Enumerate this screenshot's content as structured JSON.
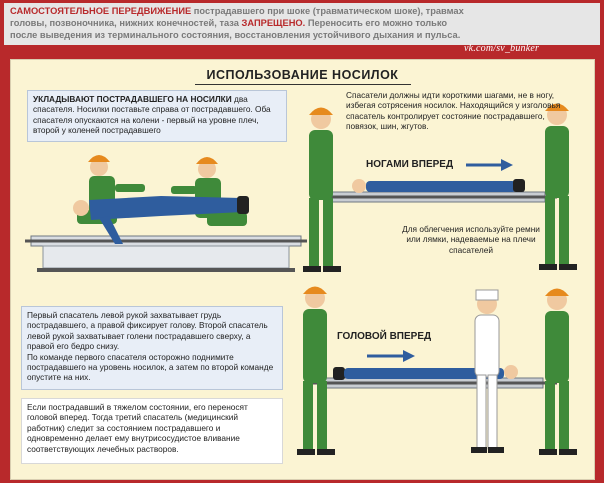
{
  "header": {
    "line1_hl": "САМОСТОЯТЕЛЬНОЕ ПЕРЕДВИЖЕНИЕ",
    "line1_rest": " пострадавшего при шоке (травматическом шоке), травмах",
    "line2_rest": "головы, позвоночника, нижних конечностей, таза ",
    "line2_hl": "ЗАПРЕЩЕНО.",
    "line2_tail": " Переносить его можно только",
    "line3": "после выведения из терминального состояния, восстановления устойчивого дыхания и пульса."
  },
  "watermark": "vk.com/sv_bunker",
  "title": "ИСПОЛЬЗОВАНИЕ НОСИЛОК",
  "block1": {
    "bold": "УКЛАДЫВАЮТ ПОСТРАДАВШЕГО НА НОСИЛКИ",
    "rest": " два спасателя. Носилки поставьте справа от пострадавшего. Оба спасателя опускаются на колени - первый на уровне плеч, второй у коленей пострадавшего"
  },
  "block2": "Спасатели должны идти короткими шагами, не в ногу, избегая сотрясения носилок. Находящийся у изголовья спасатель контролирует состояние пострадавшего, повязок, шин, жгутов.",
  "label_feet": "НОГАМИ ВПЕРЕД",
  "block3": "Для облегчения используйте ремни или лямки, надеваемые на плечи спасателей",
  "block4a": "Первый спасатель левой рукой захватывает грудь пострадавшего, а правой фиксирует голову. Второй спасатель левой рукой захватывает голени пострадавшего сверху, а правой его бедро снизу.",
  "block4b": "По команде первого спасателя осторожно поднимите пострадавшего на уровень носилок, а затем по второй команде опустите на них.",
  "label_head": "ГОЛОВОЙ ВПЕРЕД",
  "block5": "Если пострадавший в тяжелом состоянии, его переносят головой вперед. Тогда третий спасатель (медицинский работник) следит за состоянием пострадавшего и одновременно делает ему внутрисосудистое вливание соответствующих лечебных растворов.",
  "colors": {
    "frame": "#b8292b",
    "panel": "#fbf4d3",
    "box": "#e8eef7",
    "uniform": "#3f8a3a",
    "helmet": "#e68a1e",
    "victim": "#2f5d9e",
    "arrow": "#2f5d9e"
  }
}
